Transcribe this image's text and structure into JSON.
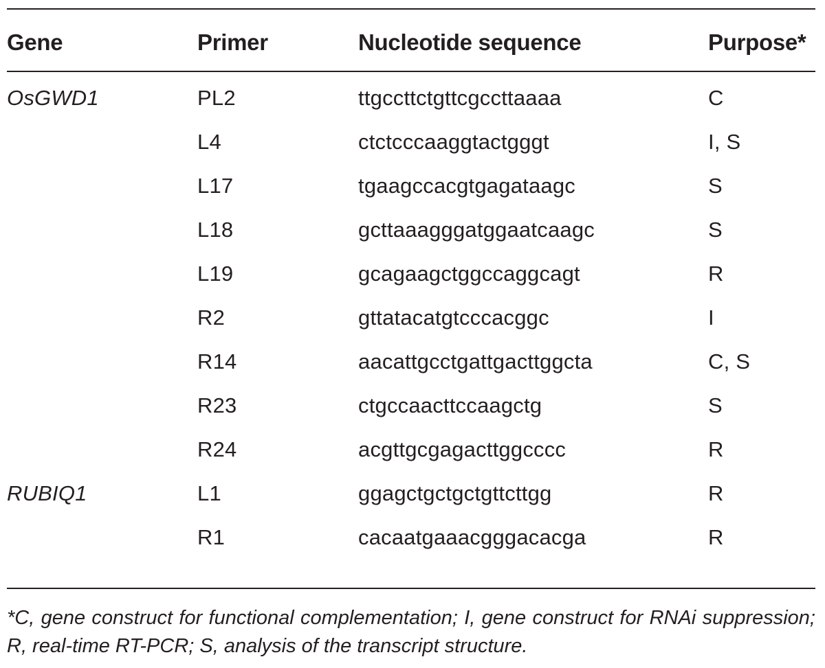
{
  "table": {
    "headers": {
      "gene": "Gene",
      "primer": "Primer",
      "sequence": "Nucleotide sequence",
      "purpose": "Purpose*"
    },
    "rows": [
      {
        "gene": "OsGWD1",
        "primer": "PL2",
        "sequence": "ttgccttctgttcgccttaaaa",
        "purpose": "C"
      },
      {
        "gene": "",
        "primer": "L4",
        "sequence": "ctctcccaaggtactgggt",
        "purpose": "I, S"
      },
      {
        "gene": "",
        "primer": "L17",
        "sequence": "tgaagccacgtgagataagc",
        "purpose": "S"
      },
      {
        "gene": "",
        "primer": "L18",
        "sequence": "gcttaaagggatggaatcaagc",
        "purpose": "S"
      },
      {
        "gene": "",
        "primer": "L19",
        "sequence": "gcagaagctggccaggcagt",
        "purpose": "R"
      },
      {
        "gene": "",
        "primer": "R2",
        "sequence": "gttatacatgtcccacggc",
        "purpose": "I"
      },
      {
        "gene": "",
        "primer": "R14",
        "sequence": "aacattgcctgattgacttggcta",
        "purpose": "C, S"
      },
      {
        "gene": "",
        "primer": "R23",
        "sequence": "ctgccaacttccaagctg",
        "purpose": "S"
      },
      {
        "gene": "",
        "primer": "R24",
        "sequence": "acgttgcgagacttggcccc",
        "purpose": "R"
      },
      {
        "gene": "RUBIQ1",
        "primer": "L1",
        "sequence": "ggagctgctgctgttcttgg",
        "purpose": "R"
      },
      {
        "gene": "",
        "primer": "R1",
        "sequence": "cacaatgaaacgggacacga",
        "purpose": "R"
      }
    ]
  },
  "footnote": "*C, gene construct for functional complementation; I, gene construct for RNAi suppression; R, real-time RT-PCR; S, analysis of the transcript structure."
}
